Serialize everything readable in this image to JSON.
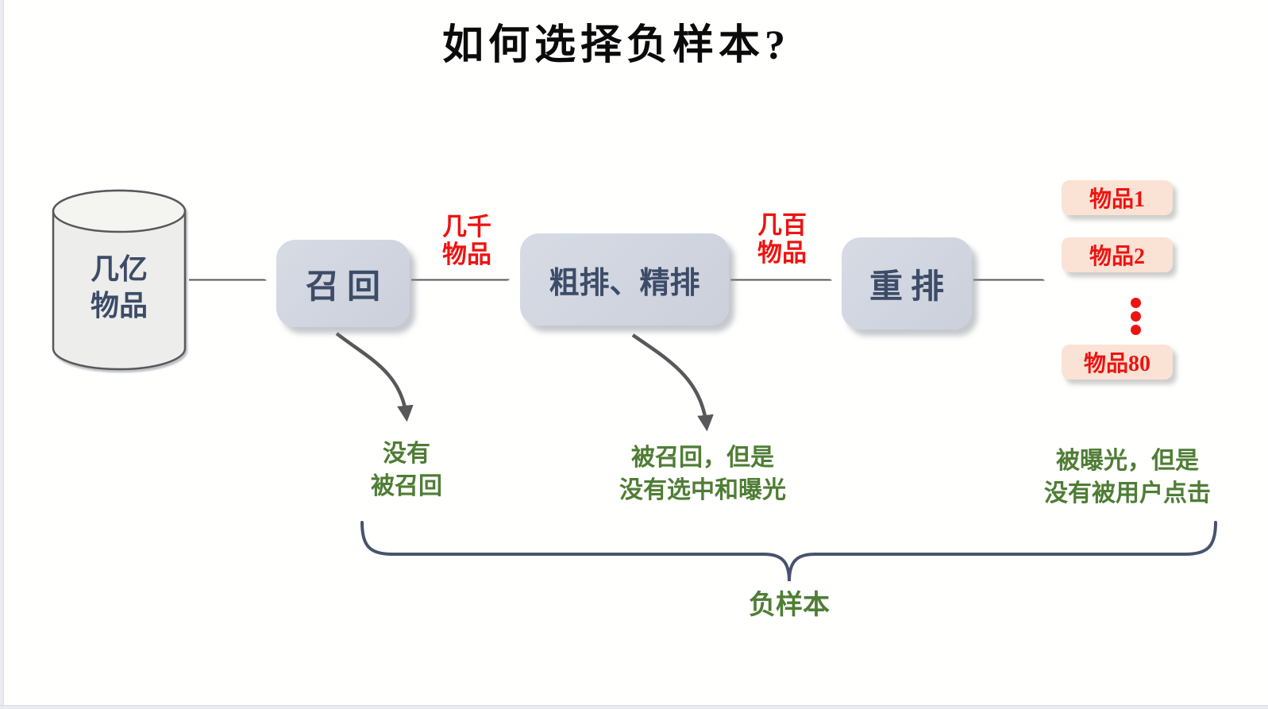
{
  "title": "如何选择负样本?",
  "pipeline": {
    "source": {
      "line1": "几亿",
      "line2": "物品"
    },
    "stages": [
      {
        "label": "召回"
      },
      {
        "label": "粗排、精排"
      },
      {
        "label": "重排"
      }
    ],
    "edge_labels": [
      {
        "line1": "几千",
        "line2": "物品"
      },
      {
        "line1": "几百",
        "line2": "物品"
      }
    ],
    "output_items": [
      "物品1",
      "物品2",
      "物品80"
    ]
  },
  "annotations": [
    {
      "line1": "没有",
      "line2": "被召回"
    },
    {
      "line1": "被召回，但是",
      "line2": "没有选中和曝光"
    },
    {
      "line1": "被曝光，但是",
      "line2": "没有被用户点击"
    }
  ],
  "brace_label": "负样本",
  "colors": {
    "accent_red": "#ee1310",
    "accent_green": "#4f7d35",
    "box_fill": "#ced3dd",
    "box_text": "#3c4c68",
    "item_fill": "#fae3d5",
    "arrow_gray": "#575859",
    "brace_blue": "#47536c"
  }
}
